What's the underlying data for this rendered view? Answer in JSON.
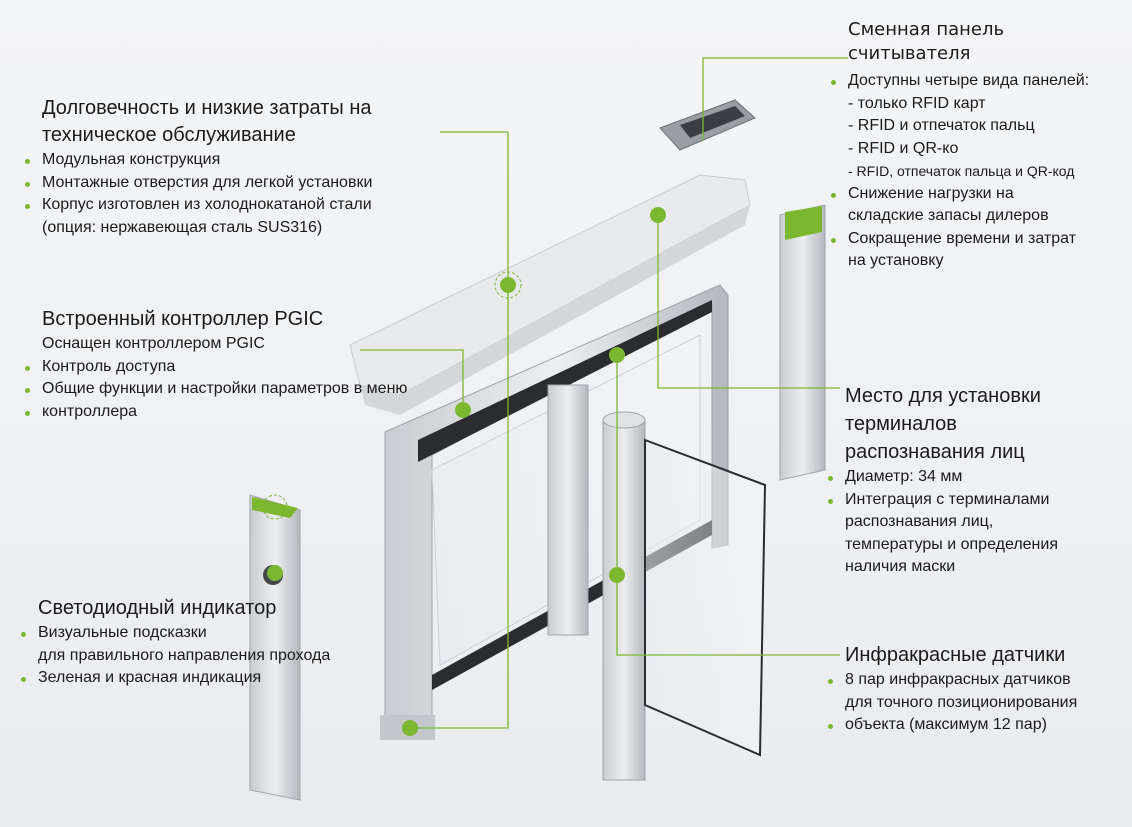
{
  "colors": {
    "accent": "#7cb82f",
    "background": "#f2f3f5"
  },
  "sections": {
    "durability": {
      "title_lines": [
        "Долговечность и низкие затраты на",
        "техническое обслуживание"
      ],
      "items": [
        "Модульная конструкция",
        "Монтажные отверстия для легкой установки",
        "Корпус изготовлен из холоднокатаной стали",
        "(опция: нержавеющая сталь SUS316)"
      ]
    },
    "controller": {
      "title": "Встроенный контроллер PGIC",
      "items": [
        "Оснащен контроллером PGIC",
        "Контроль доступа",
        "Общие функции и настройки параметров в меню",
        "контроллера"
      ]
    },
    "led": {
      "title": "Светодиодный индикатор",
      "items": [
        "Визуальные подсказки",
        "для правильного направления прохода",
        "Зеленая и красная индикация"
      ]
    },
    "reader_panel": {
      "title_lines": [
        "Сменная панель",
        "считывателя"
      ],
      "items": [
        "Доступны четыре вида панелей:",
        "- только RFID карт",
        "- RFID и отпечаток пальц",
        "- RFID и QR-ко",
        "- RFID, отпечаток пальца и QR-код",
        "Снижение нагрузки на",
        "складские запасы дилеров",
        "Сокращение времени и затрат",
        "на установку"
      ]
    },
    "face_terminal": {
      "title_lines": [
        "Место для установки",
        "терминалов",
        "распознавания лиц"
      ],
      "items": [
        "Диаметр: 34 мм",
        "Интеграция с терминалами",
        "распознавания лиц,",
        "температуры и определения",
        "наличия маски"
      ]
    },
    "infrared": {
      "title": "Инфракрасные датчики",
      "items": [
        "8 пар инфракрасных датчиков",
        "для точного позиционирования",
        "объекта (максимум 12 пар)"
      ]
    }
  }
}
